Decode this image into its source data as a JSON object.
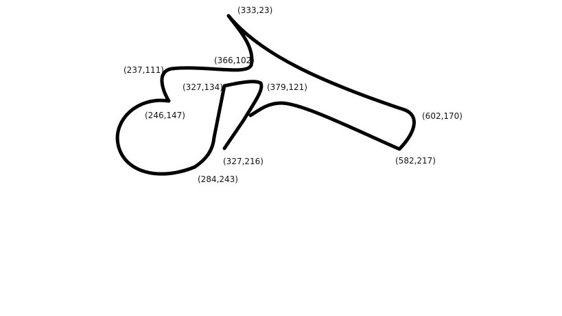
{
  "stroke_color": "#000000",
  "background_color": "#ffffff",
  "labels": [
    {
      "id": "p-333-23",
      "text": "(333,23)"
    },
    {
      "id": "p-366-102",
      "text": "(366,102)"
    },
    {
      "id": "p-237-111",
      "text": "(237,111)"
    },
    {
      "id": "p-327-134",
      "text": "(327,134)"
    },
    {
      "id": "p-379-121",
      "text": "(379,121)"
    },
    {
      "id": "p-246-147",
      "text": "(246,147)"
    },
    {
      "id": "p-602-170",
      "text": "(602,170)"
    },
    {
      "id": "p-327-216",
      "text": "(327,216)"
    },
    {
      "id": "p-582-217",
      "text": "(582,217)"
    },
    {
      "id": "p-284-243",
      "text": "(284,243)"
    }
  ]
}
